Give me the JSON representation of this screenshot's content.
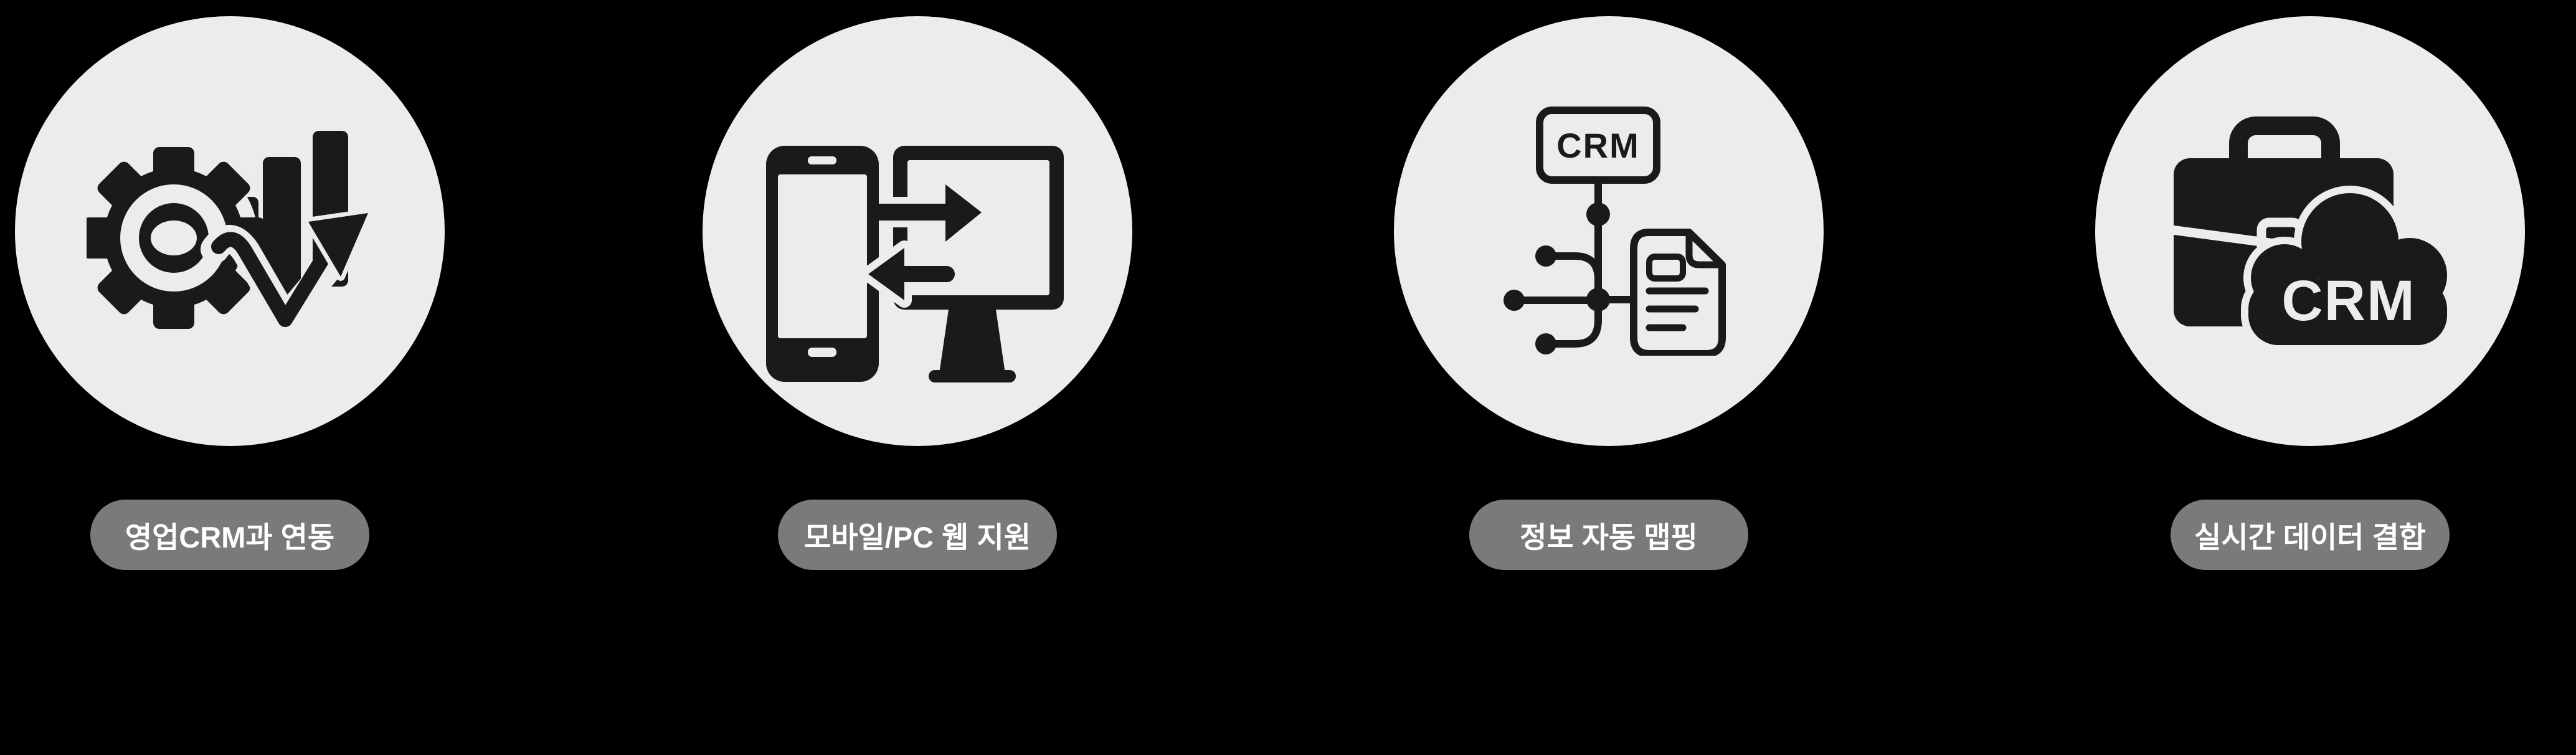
{
  "features": [
    {
      "label": "영업CRM과 연동",
      "icon": "gear-growth-chart-icon"
    },
    {
      "label": "모바일/PC 웹 지원",
      "icon": "mobile-pc-sync-icon"
    },
    {
      "label": "정보 자동 맵핑",
      "icon": "crm-data-mapping-icon",
      "icon_text": "CRM"
    },
    {
      "label": "실시간 데이터 결합",
      "icon": "briefcase-crm-cloud-icon",
      "icon_text": "CRM"
    }
  ],
  "colors": {
    "background": "#000000",
    "circle_fill": "#ececec",
    "icon_ink": "#1a1a1a",
    "pill_fill": "#7a7a7a",
    "pill_text": "#ffffff"
  }
}
